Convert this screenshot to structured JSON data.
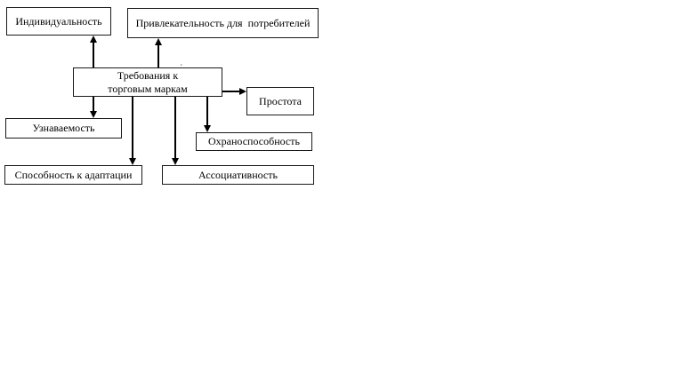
{
  "diagram": {
    "boxes": {
      "individuality": {
        "label": "Индивидуальность"
      },
      "attractiveness": {
        "label": "Привлекательность для  потребителей"
      },
      "requirements": {
        "label_line1": "Требования к",
        "label_line2": "торговым маркам"
      },
      "simplicity": {
        "label": "Простота"
      },
      "recognizability": {
        "label": "Узнаваемость"
      },
      "protectability": {
        "label": "Охраноспособность"
      },
      "adaptability": {
        "label": "Способность к адаптации"
      },
      "associativity": {
        "label": "Ассоциативность"
      }
    },
    "connections": [
      {
        "from": "Требования к торговым маркам",
        "to": "Индивидуальность",
        "direction": "up"
      },
      {
        "from": "Требования к торговым маркам",
        "to": "Привлекательность для потребителей",
        "direction": "up"
      },
      {
        "from": "Требования к торговым маркам",
        "to": "Простота",
        "direction": "right"
      },
      {
        "from": "Требования к торговым маркам",
        "to": "Узнаваемость",
        "direction": "down"
      },
      {
        "from": "Требования к торговым маркам",
        "to": "Способность к адаптации",
        "direction": "down"
      },
      {
        "from": "Требования к торговым маркам",
        "to": "Ассоциативность",
        "direction": "down"
      },
      {
        "from": "Требования к торговым маркам",
        "to": "Охраноспособность",
        "direction": "down"
      }
    ],
    "stray_mark": "´",
    "colors": {
      "line": "#000000",
      "text": "#000000",
      "box_background": "#ffffff",
      "canvas_background": "#ffffff"
    }
  }
}
